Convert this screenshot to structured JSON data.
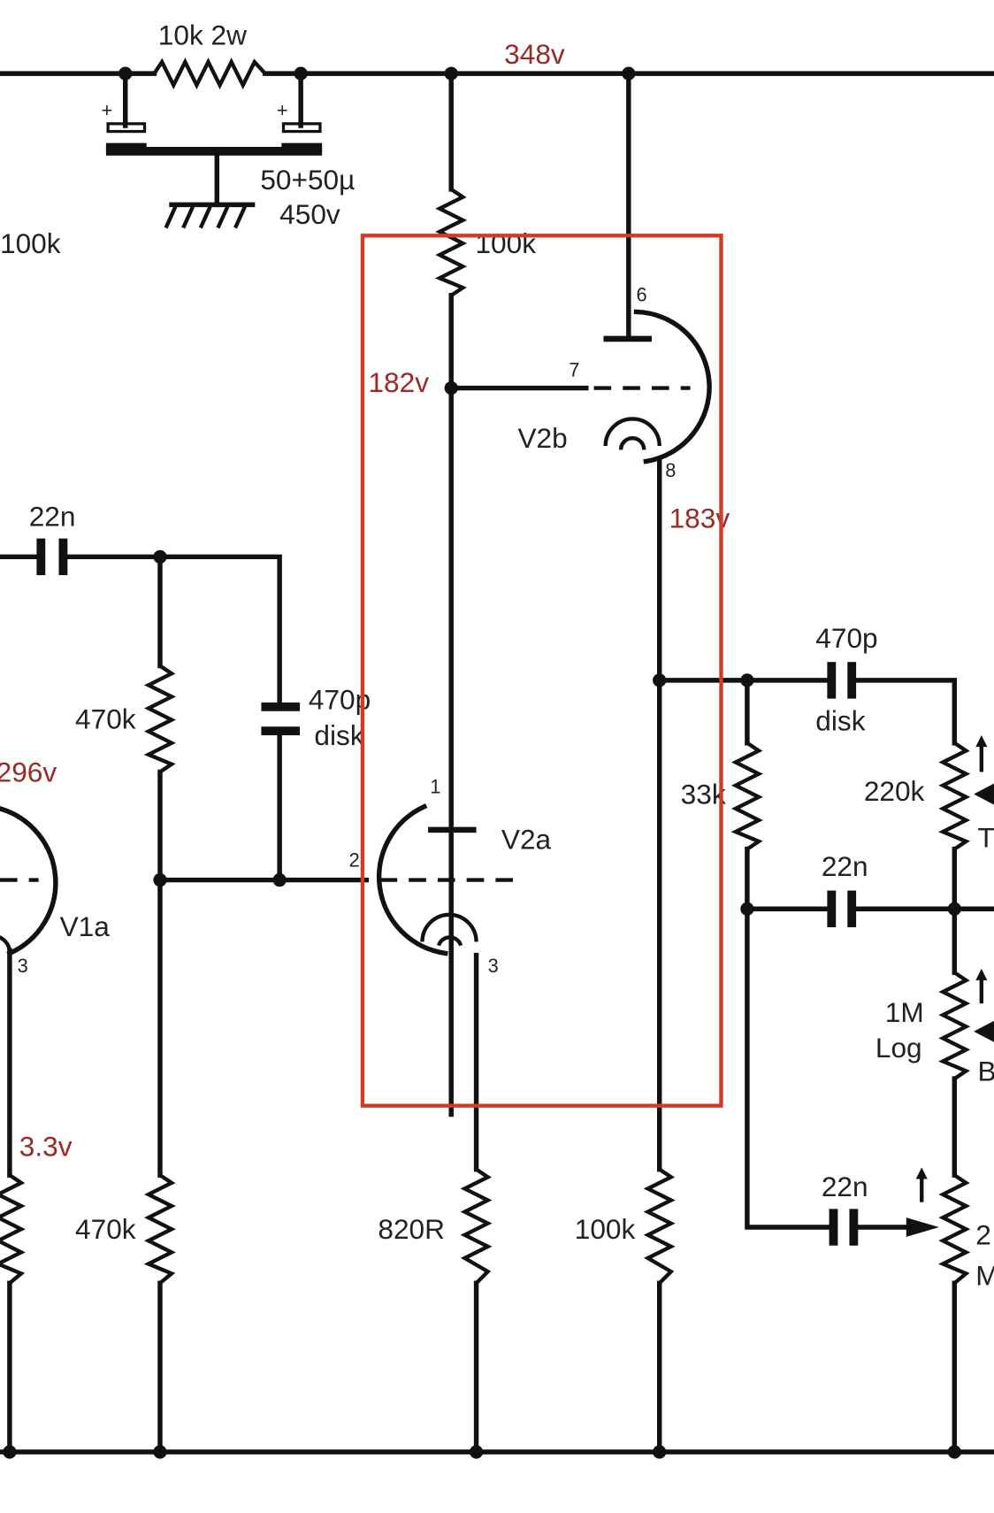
{
  "components": {
    "r_supply": "10k 2w",
    "c_filter_value": "50+50µ",
    "c_filter_voltage": "450v",
    "r_left_100k": "100k",
    "r_v2b_plate": "100k",
    "c_coupling_in": "22n",
    "r_grid_470k_upper": "470k",
    "c_470p_left": "470p",
    "c_470p_left_type": "disk",
    "c_470p_right": "470p",
    "c_470p_right_type": "disk",
    "r_33k": "33k",
    "pot_treble": "220k",
    "c_22n_mid": "22n",
    "pot_bass_value": "1M",
    "pot_bass_taper": "Log",
    "c_22n_low": "22n",
    "r_grid_470k_lower": "470k",
    "r_cathode_820r": "820R",
    "r_cathode_100k": "100k",
    "pot_mid_fragment_1": "2",
    "pot_mid_fragment_2": "M",
    "treble_label_fragment": "T",
    "bass_label_fragment": "B"
  },
  "tubes": {
    "v2b": "V2b",
    "v2a": "V2a",
    "v1a": "V1a"
  },
  "pins": {
    "v2b_plate": "6",
    "v2b_grid": "7",
    "v2b_cathode": "8",
    "v2a_plate": "1",
    "v2a_grid": "2",
    "v2a_cathode": "3",
    "v1a_cathode": "3"
  },
  "voltages": {
    "rail": "348v",
    "v2b_grid": "182v",
    "v2b_cathode": "183v",
    "v1a_plate": "296v",
    "v1a_cathode": "3.3v"
  },
  "colors": {
    "voltage_text": "#9b2a26",
    "highlight_box": "#d23a2a",
    "wire": "#111111"
  }
}
